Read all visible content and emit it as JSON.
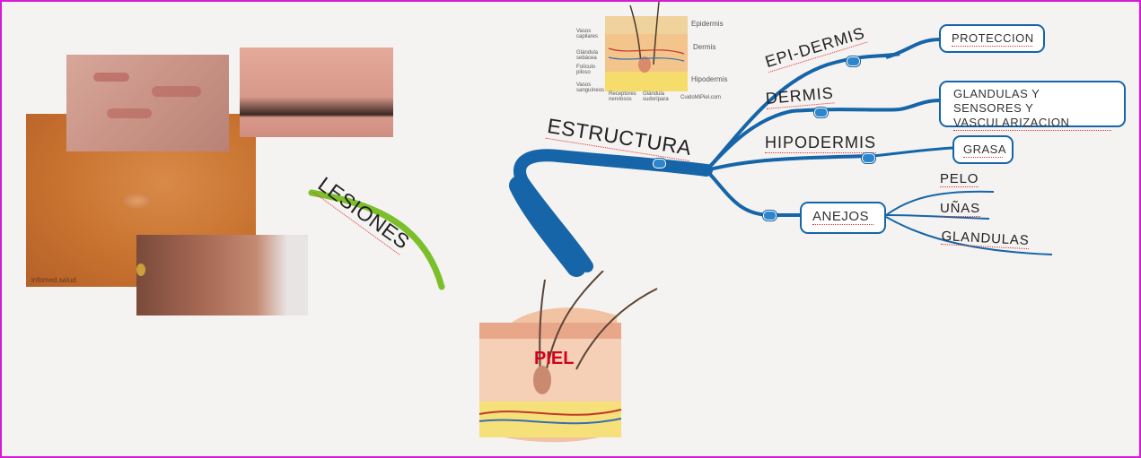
{
  "center": {
    "label": "PIEL"
  },
  "branches": {
    "estructura": "ESTRUCTURA",
    "lesiones": "LESIONES"
  },
  "layers": {
    "epidermis": "EPI-DERMIS",
    "dermis": "DERMIS",
    "hipodermis": "HIPODERMIS",
    "anejos": "ANEJOS"
  },
  "details": {
    "proteccion": "PROTECCION",
    "glandulas_line1": "GLANDULAS Y SENSORES Y",
    "glandulas_line2": "VASCULARIZACION",
    "grasa": "GRASA"
  },
  "anejos_items": {
    "pelo": "PELO",
    "unas": "UÑAS",
    "glandulas": "GLANDULAS"
  },
  "diagram_labels": {
    "epidermis": "Epidermis",
    "dermis": "Dermis",
    "hipodermis": "Hipodermis",
    "vasos_capilares": "Vasos capilares",
    "glandula_sebacea": "Glándula sebácea",
    "foliculo_piloso": "Folículo piloso",
    "vasos_sanguineos": "Vasos sanguíneos",
    "receptores": "Receptores nerviosos",
    "glandula_sudoripara": "Glándula sudorípara",
    "site": "CuidoMiPiel.com"
  },
  "photo_credit": "infomed.salud",
  "colors": {
    "branch": "#1565a8",
    "lesiones": "#7cbf2a",
    "underline": "#d33333",
    "border": "#d81ad8",
    "piel": "#d0021b"
  }
}
